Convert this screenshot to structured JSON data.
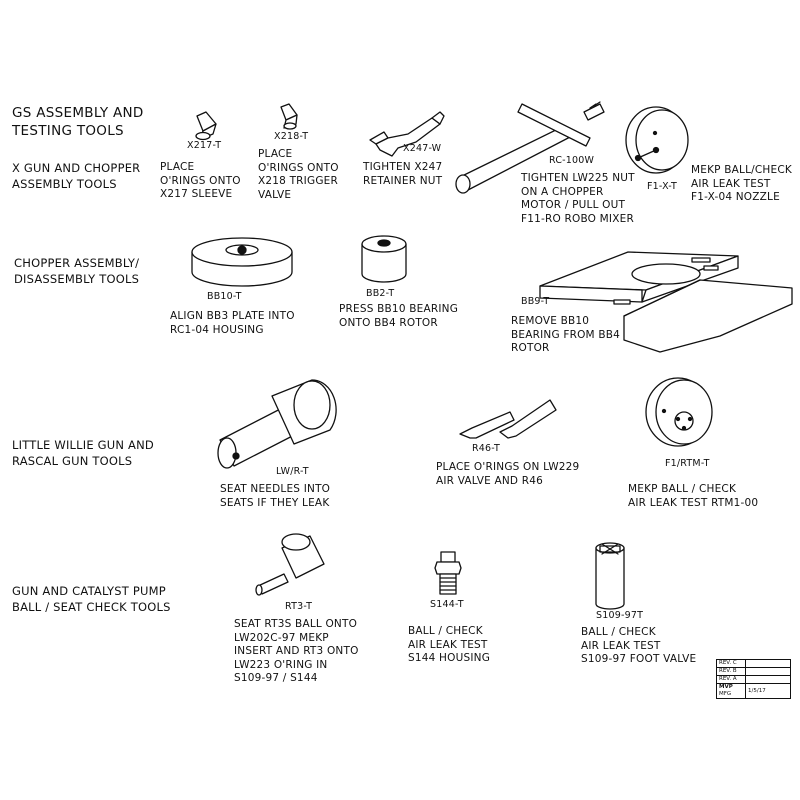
{
  "title": "GS ASSEMBLY AND\nTESTING TOOLS",
  "sections": {
    "x_gun": "X GUN AND CHOPPER\nASSEMBLY TOOLS",
    "chopper": "CHOPPER ASSEMBLY/\nDISASSEMBLY TOOLS",
    "little_willie": "LITTLE WILLIE GUN AND\nRASCAL GUN TOOLS",
    "gun_catalyst": "GUN AND CATALYST PUMP\nBALL / SEAT CHECK TOOLS"
  },
  "tools": {
    "x217": {
      "code": "X217-T",
      "desc": "PLACE\nO'RINGS ONTO\nX217 SLEEVE"
    },
    "x218": {
      "code": "X218-T",
      "desc": "PLACE\nO'RINGS ONTO\nX218 TRIGGER\nVALVE"
    },
    "x247": {
      "code": "X247-W",
      "desc": "TIGHTEN X247\nRETAINER NUT"
    },
    "rc100w": {
      "code": "RC-100W",
      "desc": "TIGHTEN LW225 NUT\nON A CHOPPER\nMOTOR / PULL OUT\nF11-RO ROBO MIXER"
    },
    "f1x": {
      "code": "F1-X-T",
      "desc": "MEKP BALL/CHECK\nAIR LEAK TEST\nF1-X-04 NOZZLE"
    },
    "bb10": {
      "code": "BB10-T",
      "desc": "ALIGN BB3 PLATE INTO\nRC1-04 HOUSING"
    },
    "bb2": {
      "code": "BB2-T",
      "desc": "PRESS BB10 BEARING\nONTO BB4 ROTOR"
    },
    "bb9": {
      "code": "BB9-T",
      "desc": "REMOVE BB10\nBEARING FROM BB4\nROTOR"
    },
    "lwr": {
      "code": "LW/R-T",
      "desc": "SEAT NEEDLES INTO\nSEATS IF THEY LEAK"
    },
    "r46": {
      "code": "R46-T",
      "desc": "PLACE O'RINGS ON LW229\nAIR VALVE AND R46"
    },
    "f1rtm": {
      "code": "F1/RTM-T",
      "desc": "MEKP BALL / CHECK\nAIR LEAK TEST RTM1-00"
    },
    "rt3": {
      "code": "RT3-T",
      "desc": "SEAT RT3S BALL ONTO\nLW202C-97 MEKP\nINSERT AND RT3 ONTO\nLW223 O'RING IN\nS109-97 / S144"
    },
    "s144": {
      "code": "S144-T",
      "desc": "BALL / CHECK\nAIR LEAK TEST\nS144 HOUSING"
    },
    "s109": {
      "code": "S109-97T",
      "desc": "BALL / CHECK\nAIR LEAK TEST\nS109-97 FOOT VALVE"
    }
  },
  "title_block": {
    "rev_c": "REV. C",
    "rev_b": "REV. B",
    "rev_a": "REV. A",
    "logo": "MVP",
    "logo_sub": "MFG",
    "date": "1/5/17"
  }
}
